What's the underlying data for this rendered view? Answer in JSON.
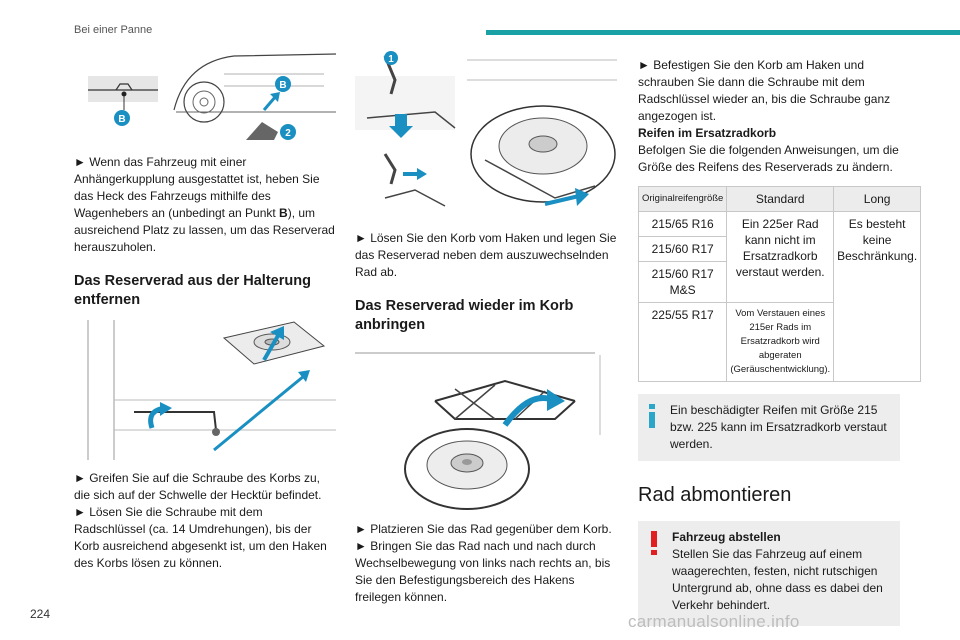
{
  "header": {
    "section_title": "Bei einer Panne"
  },
  "col1": {
    "fig1_labels": {
      "b": "B",
      "two": "2"
    },
    "para1_pre": "► Wenn das Fahrzeug mit einer Anhängerkupplung ausgestattet ist, heben Sie das Heck des Fahrzeugs mithilfe des Wagenhebers an (unbedingt an Punkt ",
    "para1_bold": "B",
    "para1_post": "), um ausreichend Platz zu lassen, um das Reserverad herauszuholen.",
    "heading": "Das Reserverad aus der Halterung entfernen",
    "para2": "► Greifen Sie auf die Schraube des Korbs zu, die sich auf der Schwelle der Hecktür befindet.",
    "para3": "► Lösen Sie die Schraube mit dem Radschlüssel (ca. 14 Umdrehungen), bis der Korb ausreichend abgesenkt ist, um den Haken des Korbs lösen zu können."
  },
  "col2": {
    "fig_labels": {
      "one": "1"
    },
    "para1": "► Lösen Sie den Korb vom Haken und legen Sie das Reserverad neben dem auszuwechselnden Rad ab.",
    "heading": "Das Reserverad wieder im Korb anbringen",
    "para2": "► Platzieren Sie das Rad gegenüber dem Korb.",
    "para3": "► Bringen Sie das Rad nach und nach durch Wechselbewegung von links nach rechts an, bis Sie den Befestigungsbereich des Hakens freilegen können."
  },
  "col3": {
    "para1": "► Befestigen Sie den Korb am Haken und schrauben Sie dann die Schraube mit dem Radschlüssel wieder an, bis die Schraube ganz angezogen ist.",
    "subheading": "Reifen im Ersatzradkorb",
    "para2": "Befolgen Sie die folgenden Anweisungen, um die Größe des Reifens des Reserverads zu ändern.",
    "table": {
      "headers": [
        "Originalreifengröße",
        "Standard",
        "Long"
      ],
      "sizes": [
        "215/65 R16",
        "215/60 R17",
        "215/60 R17 M&S",
        "225/55 R17"
      ],
      "standard_merged": "Ein 225er Rad kann nicht im Ersatzradkorb verstaut werden.",
      "standard_last": "Vom Verstauen eines 215er Rads im Ersatzradkorb wird abgeraten (Geräuschentwicklung).",
      "long_merged": "Es besteht keine Beschränkung."
    },
    "info_text": "Ein beschädigter Reifen mit Größe 215 bzw. 225 kann im Ersatzradkorb verstaut werden.",
    "section_heading": "Rad abmontieren",
    "warning_title": "Fahrzeug abstellen",
    "warning_text": "Stellen Sie das Fahrzeug auf einem waagerechten, festen, nicht rutschigen Untergrund ab, ohne dass es dabei den Verkehr behindert."
  },
  "footer": {
    "page_number": "224",
    "watermark": "carmanualsonline.info"
  },
  "colors": {
    "accent": "#1aa1a6",
    "arrow_blue": "#1a8fc2",
    "info": "#2aa6c9",
    "warning": "#e02020"
  }
}
